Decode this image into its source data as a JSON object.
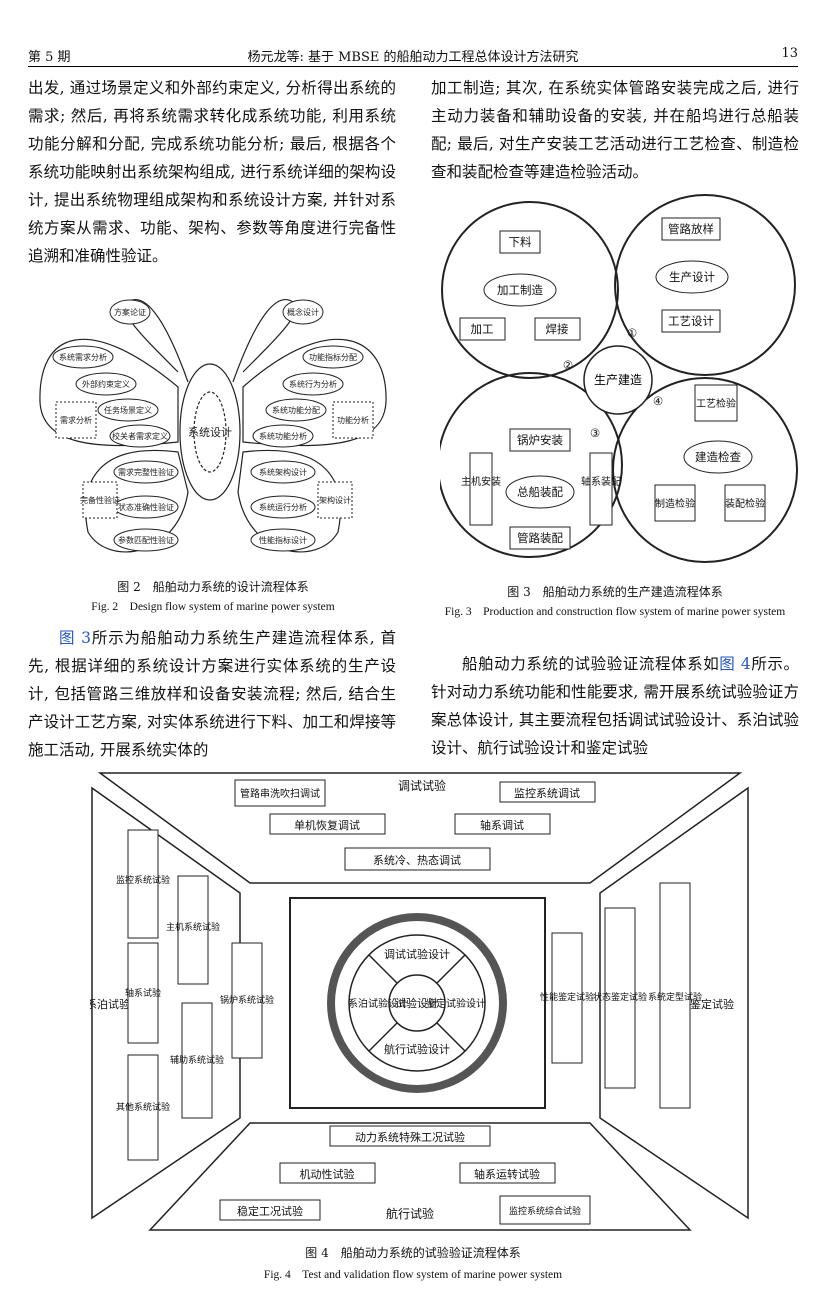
{
  "header": {
    "issue": "第 5 期",
    "authors_title": "杨元龙等: 基于 MBSE 的船舶动力工程总体设计方法研究",
    "page_number": "13"
  },
  "left_col_top": "出发, 通过场景定义和外部约束定义, 分析得出系统的需求; 然后, 再将系统需求转化成系统功能, 利用系统功能分解和分配, 完成系统功能分析; 最后, 根据各个系统功能映射出系统架构组成, 进行系统详细的架构设计, 提出系统物理组成架构和系统设计方案, 并针对系统方案从需求、功能、架构、参数等角度进行完备性追溯和准确性验证。",
  "right_col_top": "加工制造; 其次, 在系统实体管路安装完成之后, 进行主动力装备和辅助设备的安装, 并在船坞进行总船装配; 最后, 对生产安装工艺活动进行工艺检查、制造检查和装配检查等建造检验活动。",
  "fig2": {
    "caption_cn": "图 2　船舶动力系统的设计流程体系",
    "caption_en": "Fig. 2　Design flow system of marine power system",
    "center": "系统设计",
    "top_left": "方案论证",
    "top_right": "概念设计",
    "ul": [
      "系统需求分析",
      "外部约束定义",
      "任务场景定义",
      "校关者需求定义"
    ],
    "ul_side": "需求分析",
    "ur": [
      "功能指标分配",
      "系统行为分析",
      "系统功能分配",
      "系统功能分析"
    ],
    "ur_side": "功能分析",
    "ll": [
      "需求完整性验证",
      "状态准确性验证",
      "参数匹配性验证"
    ],
    "ll_side": "完备性验证",
    "lr": [
      "系统架构设计",
      "系统运行分析",
      "性能指标设计"
    ],
    "lr_side": "架构设计"
  },
  "fig3": {
    "caption_cn": "图 3　船舶动力系统的生产建造流程体系",
    "caption_en": "Fig. 3　Production and construction flow system of marine power system",
    "center": "生产建造",
    "q1": {
      "top": "管路放样",
      "mid": "生产设计",
      "bot": "工艺设计",
      "num": "①"
    },
    "q2": {
      "top": "下料",
      "mid": "加工制造",
      "left": "加工",
      "right": "焊接",
      "num": "②"
    },
    "q3": {
      "top": "锅炉安装",
      "mid": "总船装配",
      "left": "主机安装",
      "right": "轴系装配",
      "bot": "管路装配",
      "num": "③"
    },
    "q4": {
      "top": "工艺检验",
      "mid": "建造检查",
      "left": "制造检验",
      "right": "装配检验",
      "num": "④"
    }
  },
  "left_col_mid": {
    "ref": "图 3",
    "text": "所示为船舶动力系统生产建造流程体系, 首先, 根据详细的系统设计方案进行实体系统的生产设计, 包括管路三维放样和设备安装流程; 然后, 结合生产设计工艺方案, 对实体系统进行下料、加工和焊接等施工活动, 开展系统实体的"
  },
  "right_col_mid": {
    "before": "船舶动力系统的试验验证流程体系如",
    "ref": "图 4",
    "after": "所示。针对动力系统功能和性能要求, 需开展系统试验验证方案总体设计, 其主要流程包括调试试验设计、系泊试验设计、航行试验设计和鉴定试验"
  },
  "fig4": {
    "caption_cn": "图 4　船舶动力系统的试验验证流程体系",
    "caption_en": "Fig. 4　Test and validation flow system of marine power system",
    "top_title": "调试试验",
    "top_items": [
      "管路串洗吹扫调试",
      "单机恢复调试",
      "监控系统调试",
      "轴系调试",
      "系统冷、热态调试"
    ],
    "left_title": "系泊试验",
    "left_items": [
      "监控系统试验",
      "主机系统试验",
      "轴系试验",
      "锅炉系统试验",
      "辅助系统试验",
      "其他系统试验"
    ],
    "right_title": "鉴定试验",
    "right_items": [
      "性能鉴定试验",
      "状态鉴定试验",
      "系统定型试验"
    ],
    "bottom_title": "航行试验",
    "bottom_items": [
      "动力系统特殊工况试验",
      "机动性试验",
      "轴系运转试验",
      "稳定工况试验",
      "监控系统综合试验"
    ],
    "center": {
      "core": "试验设计",
      "top": "调试试验设计",
      "left": "系泊试验设计",
      "right": "鉴定试验设计",
      "bottom": "航行试验设计"
    }
  }
}
